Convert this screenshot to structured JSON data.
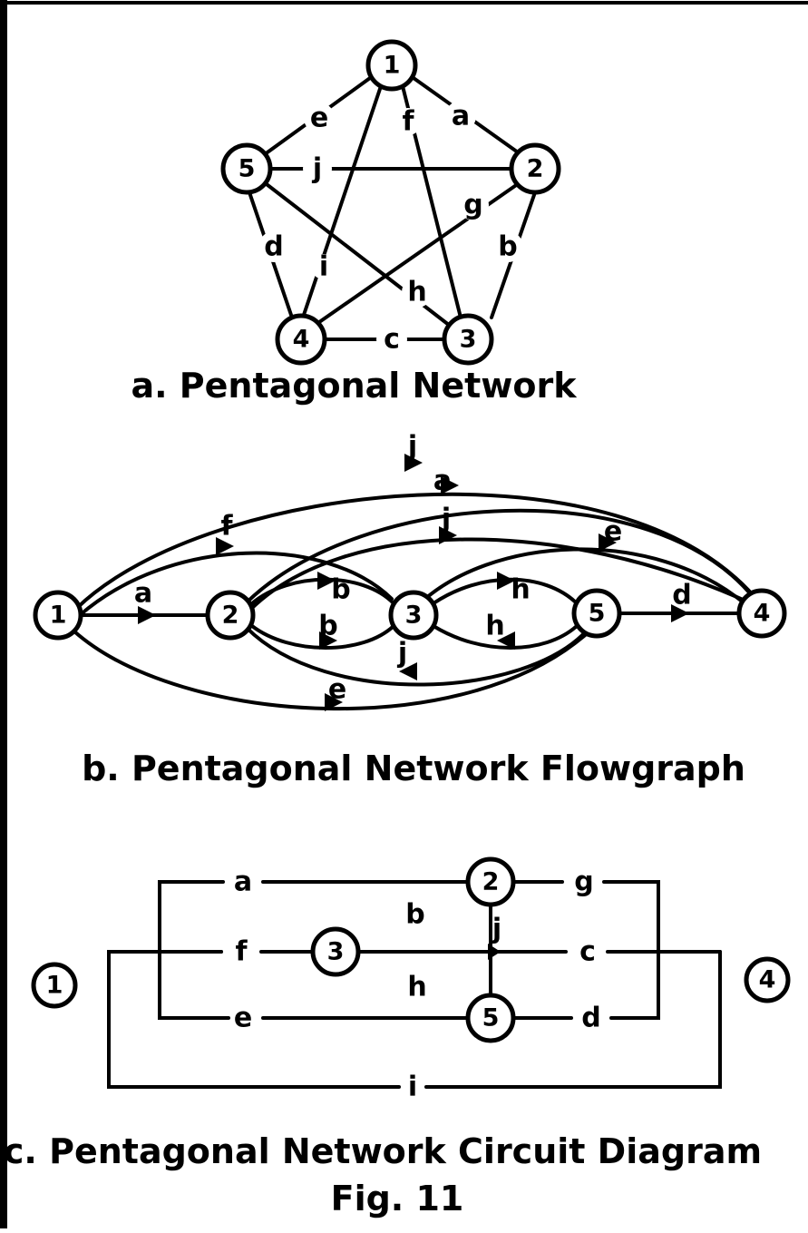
{
  "panel_a": {
    "title": "a. Pentagonal Network",
    "nodes": [
      "1",
      "2",
      "3",
      "4",
      "5"
    ],
    "edge_labels": {
      "a": "a",
      "b": "b",
      "c": "c",
      "d": "d",
      "e": "e",
      "f": "f",
      "g": "g",
      "h": "h",
      "i": "i",
      "j": "j"
    }
  },
  "panel_b": {
    "title": "b. Pentagonal Network Flowgraph",
    "nodes": [
      "1",
      "2",
      "3",
      "5",
      "4"
    ],
    "edge_labels": {
      "j_top": "j",
      "a_top": "a",
      "f": "f",
      "j_mid": "j",
      "e_top": "e",
      "a": "a",
      "b_up": "b",
      "b_down": "b",
      "h_up": "h",
      "h_down": "h",
      "d": "d",
      "j_low": "j",
      "e_low": "e"
    }
  },
  "panel_c": {
    "title": "c. Pentagonal Network Circuit Diagram",
    "nodes": [
      "1",
      "2",
      "3",
      "4",
      "5"
    ],
    "edge_labels": {
      "a": "a",
      "g": "g",
      "b": "b",
      "f": "f",
      "j": "j",
      "c": "c",
      "h": "h",
      "e": "e",
      "d": "d",
      "i": "i"
    }
  },
  "figure_label": "Fig. 11"
}
